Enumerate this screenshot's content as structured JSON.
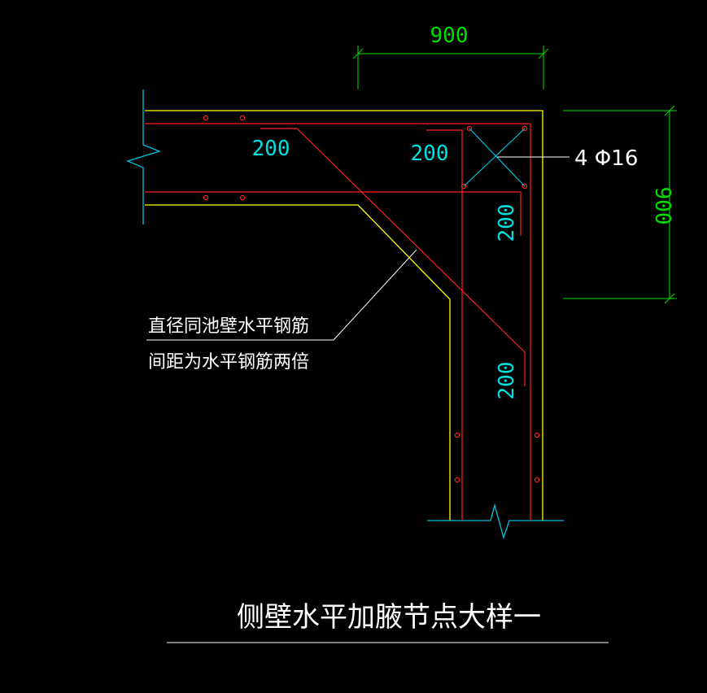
{
  "title": "侧壁水平加腋节点大样一",
  "dimensions": {
    "top_width": "900",
    "right_height": "900"
  },
  "rebar_spacing": {
    "top_wall": "200",
    "corner": "200",
    "vertical_upper": "200",
    "vertical_lower": "200"
  },
  "corner_bars": "4 Φ16",
  "note": {
    "line1": "直径同池壁水平钢筋",
    "line2": "间距为水平钢筋两倍"
  },
  "colors": {
    "background": "#000000",
    "concrete_outline": "#ffff00",
    "rebar": "#ff2020",
    "dimension": "#00e000",
    "text": "#00e0e0",
    "leader": "#ffffff",
    "break_line": "#00c0e0"
  }
}
